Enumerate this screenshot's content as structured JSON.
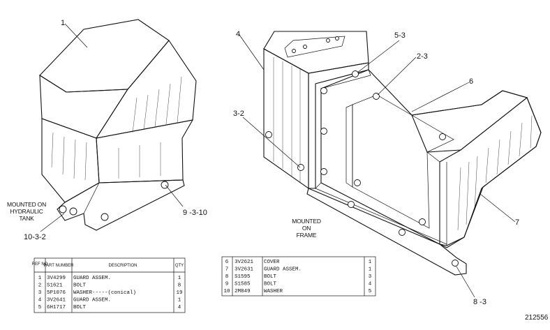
{
  "callouts": {
    "c1": "1",
    "c4": "4",
    "c5_3": "5-3",
    "c2_3": "2-3",
    "c6": "6",
    "c3_2": "3-2",
    "c7": "7",
    "c9_3_10": "9 -3-10",
    "c10_3_2": "10-3-2",
    "c8_3": "8 -3"
  },
  "mount_notes": {
    "hydraulic": [
      "MOUNTED ON",
      "HYDRAULIC",
      "TANK"
    ],
    "frame": [
      "MOUNTED",
      "ON",
      "FRAME"
    ]
  },
  "table_left": {
    "headers": [
      "REF NO",
      "PART NUMBER",
      "DESCRIPTION",
      "QTY"
    ],
    "rows": [
      {
        "ref": "1",
        "part": "3V4299",
        "desc": "GUARD ASSEM.",
        "qty": "1"
      },
      {
        "ref": "2",
        "part": "S1621",
        "desc": "BOLT",
        "qty": "8"
      },
      {
        "ref": "3",
        "part": "5P1076",
        "desc": "WASHER-----(conical)",
        "qty": "19"
      },
      {
        "ref": "4",
        "part": "3V2641",
        "desc": "GUARD ASSEM.",
        "qty": "1"
      },
      {
        "ref": "5",
        "part": "6H1717",
        "desc": "BOLT",
        "qty": "4"
      }
    ]
  },
  "table_right": {
    "rows": [
      {
        "ref": "6",
        "part": "3V2621",
        "desc": "COVER",
        "qty": "1"
      },
      {
        "ref": "7",
        "part": "3V2631",
        "desc": "GUARD ASSEM.",
        "qty": "1"
      },
      {
        "ref": "8",
        "part": "S1595",
        "desc": "BOLT",
        "qty": "3"
      },
      {
        "ref": "9",
        "part": "S1585",
        "desc": "BOLT",
        "qty": "4"
      },
      {
        "ref": "10",
        "part": "2M849",
        "desc": "WASHER",
        "qty": "5"
      }
    ]
  },
  "figure_number": "212556"
}
